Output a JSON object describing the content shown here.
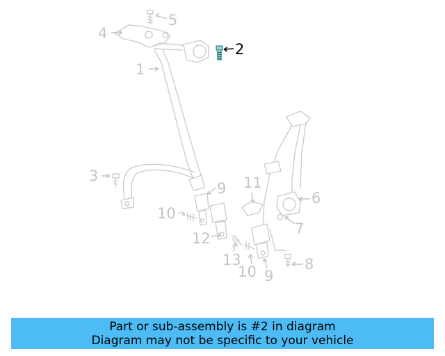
{
  "callouts": [
    {
      "id": "1",
      "label": "1"
    },
    {
      "id": "2",
      "label": "2",
      "highlighted": true
    },
    {
      "id": "3",
      "label": "3"
    },
    {
      "id": "4",
      "label": "4"
    },
    {
      "id": "5",
      "label": "5"
    },
    {
      "id": "6",
      "label": "6"
    },
    {
      "id": "7",
      "label": "7"
    },
    {
      "id": "8",
      "label": "8"
    },
    {
      "id": "9a",
      "label": "9"
    },
    {
      "id": "9b",
      "label": "9"
    },
    {
      "id": "10a",
      "label": "10"
    },
    {
      "id": "10b",
      "label": "10"
    },
    {
      "id": "11",
      "label": "11"
    },
    {
      "id": "12",
      "label": "12"
    },
    {
      "id": "13",
      "label": "13"
    }
  ],
  "banner": {
    "line1": "Part or sub-assembly is #2 in diagram",
    "line2": "Diagram may not be specific to your vehicle",
    "background": "#4dbcf5"
  },
  "colors": {
    "part_line": "#cdcdcd",
    "label": "#c4c4c4",
    "highlight_part": "#3fb0b0",
    "highlight_label": "#000000"
  }
}
